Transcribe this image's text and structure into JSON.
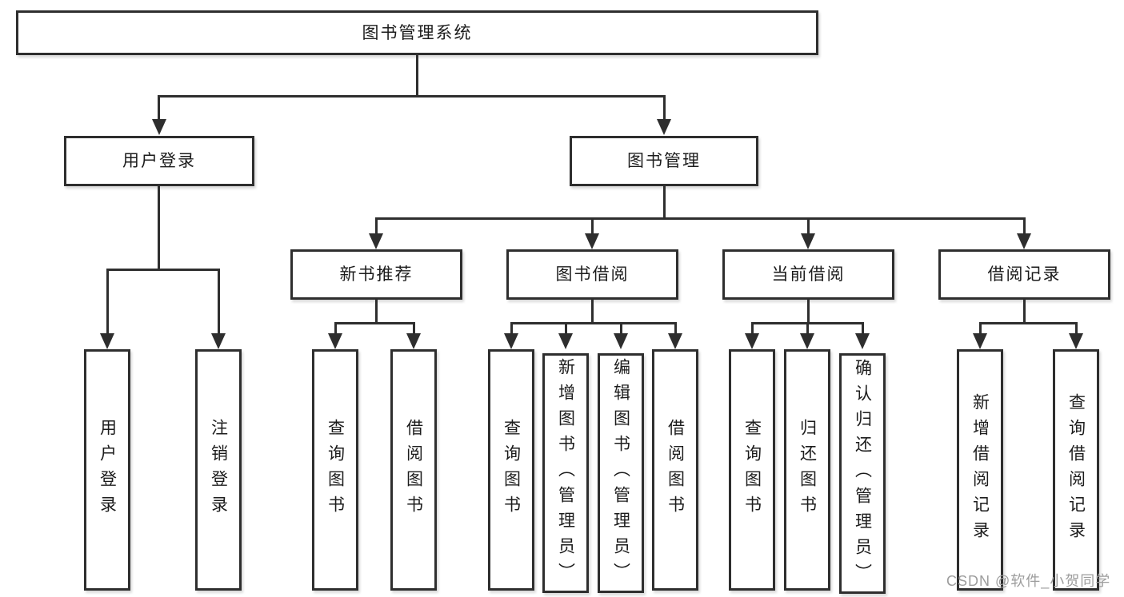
{
  "colors": {
    "line": "#2e2e2e",
    "text": "#1c1c1c",
    "box_bg": "#ffffff",
    "background": "#ffffff",
    "watermark": "#9d9d9d"
  },
  "diagram": {
    "root": {
      "label": "图书管理系统"
    },
    "branches": [
      {
        "label": "用户登录",
        "children": [
          {
            "label": "用户登录"
          },
          {
            "label": "注销登录"
          }
        ]
      },
      {
        "label": "图书管理",
        "children": [
          {
            "label": "新书推荐",
            "children": [
              {
                "label": "查询图书"
              },
              {
                "label": "借阅图书"
              }
            ]
          },
          {
            "label": "图书借阅",
            "children": [
              {
                "label": "查询图书"
              },
              {
                "label": "新增图书（管理员）"
              },
              {
                "label": "编辑图书（管理员）"
              },
              {
                "label": "借阅图书"
              }
            ]
          },
          {
            "label": "当前借阅",
            "children": [
              {
                "label": "查询图书"
              },
              {
                "label": "归还图书"
              },
              {
                "label": "确认归还（管理员）"
              }
            ]
          },
          {
            "label": "借阅记录",
            "children": [
              {
                "label": "新增借阅记录"
              },
              {
                "label": "查询借阅记录"
              }
            ]
          }
        ]
      }
    ]
  },
  "watermark": {
    "text": "CSDN @软件_小贺同学"
  }
}
